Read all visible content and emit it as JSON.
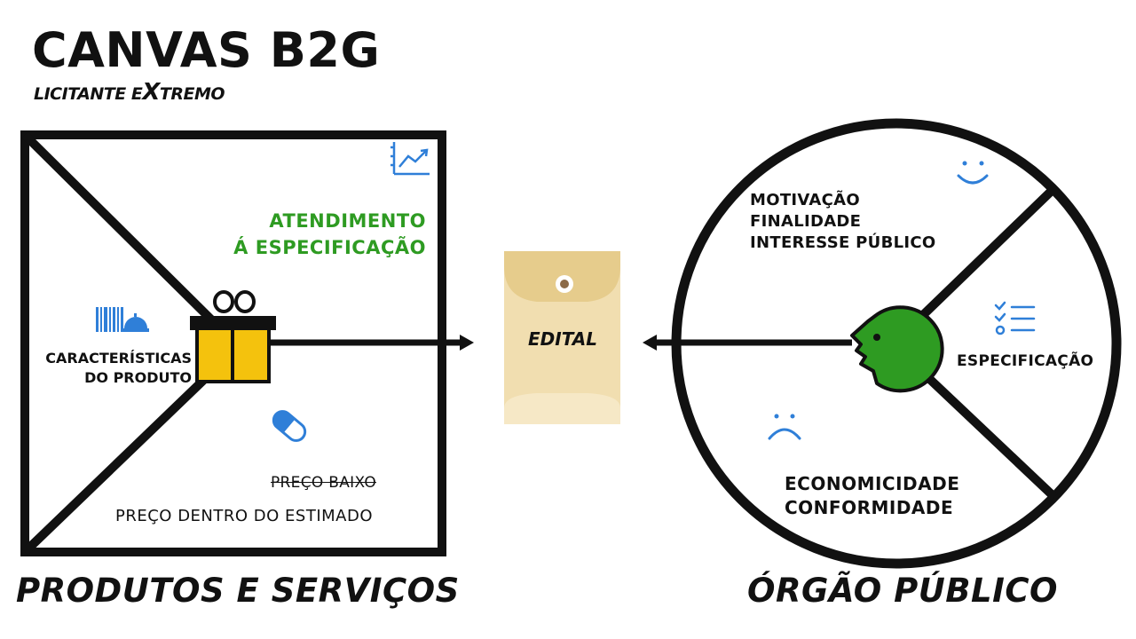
{
  "header": {
    "title": "CANVAS B2G",
    "brand_part1": "LICITANTE E",
    "brand_x": "X",
    "brand_part2": "TREMO"
  },
  "product_canvas": {
    "gain_label_line1": "ATENDIMENTO",
    "gain_label_line2": "Á ESPECIFICAÇÃO",
    "features_line1": "CARACTERÍSTICAS",
    "features_line2": "DO PRODUTO",
    "price_struck": "PREÇO BAIXO",
    "price_label": "PREÇO DENTRO DO ESTIMADO"
  },
  "center": {
    "envelope_label": "EDITAL"
  },
  "customer_profile": {
    "jobs_line1": "MOTIVAÇÃO",
    "jobs_line2": "FINALIDADE",
    "jobs_line3": "INTERESSE PÚBLICO",
    "spec_label": "ESPECIFICAÇÃO",
    "pains_line1": "ECONOMICIDADE",
    "pains_line2": "CONFORMIDADE"
  },
  "footer": {
    "left": "PRODUTOS E SERVIÇOS",
    "right": "ÓRGÃO PÚBLICO"
  },
  "colors": {
    "green": "#2e9b22",
    "blue_icon": "#2f7fd8",
    "gift_yellow": "#f4c20d",
    "envelope": "#f1deb0",
    "line": "#111111"
  },
  "icons": [
    "chart-growth-icon",
    "barcode-service-bell-icon",
    "gift-icon",
    "pill-icon",
    "envelope-icon",
    "smile-icon",
    "checklist-icon",
    "sad-face-icon",
    "customer-head-icon"
  ]
}
